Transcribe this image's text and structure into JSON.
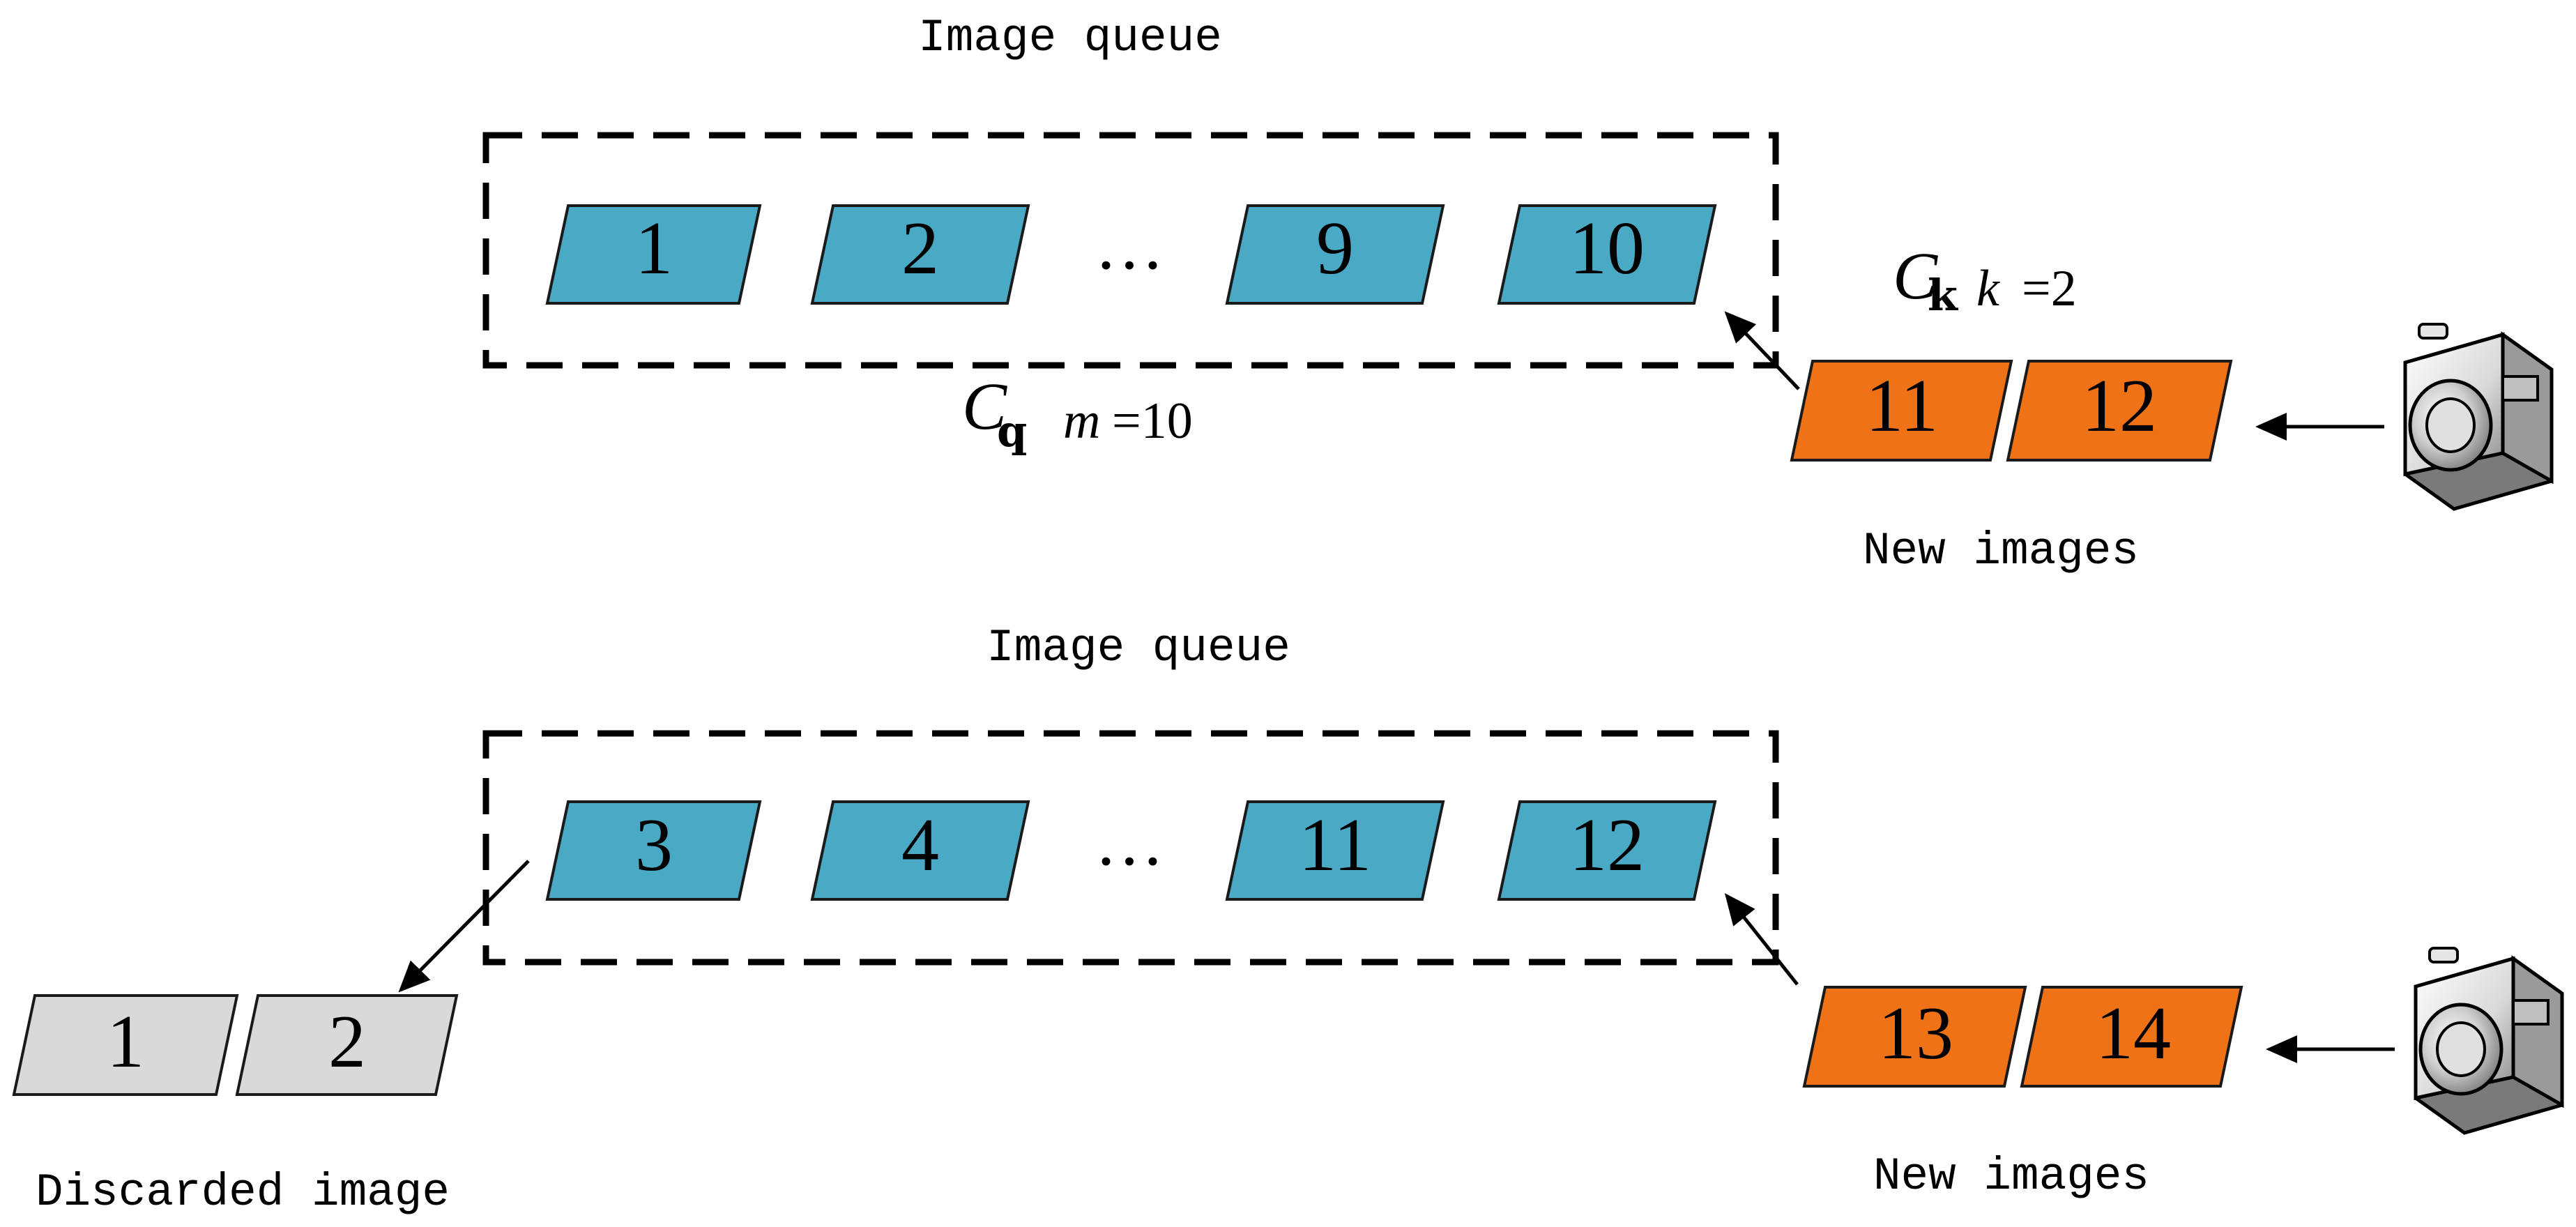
{
  "colors": {
    "queue": "#4aa9c5",
    "new": "#ef7216",
    "discarded": "#d9d9d9",
    "stroke": "#1a1a1a",
    "dash": "#000000"
  },
  "top": {
    "title": "Image queue",
    "queue_items": [
      "1",
      "2",
      "9",
      "10"
    ],
    "ellipsis": "…",
    "cq_label": {
      "symbol": "C",
      "subscript": "q",
      "var": "m",
      "value": "=10"
    },
    "ck_label": {
      "symbol": "C",
      "subscript": "k",
      "var": "k",
      "value": "=2"
    },
    "new_items": [
      "11",
      "12"
    ],
    "new_label": "New images",
    "camera_icon": "camera-icon"
  },
  "bottom": {
    "title": "Image queue",
    "queue_items": [
      "3",
      "4",
      "11",
      "12"
    ],
    "ellipsis": "…",
    "discarded_items": [
      "1",
      "2"
    ],
    "discarded_label": "Discarded image",
    "new_items": [
      "13",
      "14"
    ],
    "new_label": "New images",
    "camera_icon": "camera-icon"
  }
}
